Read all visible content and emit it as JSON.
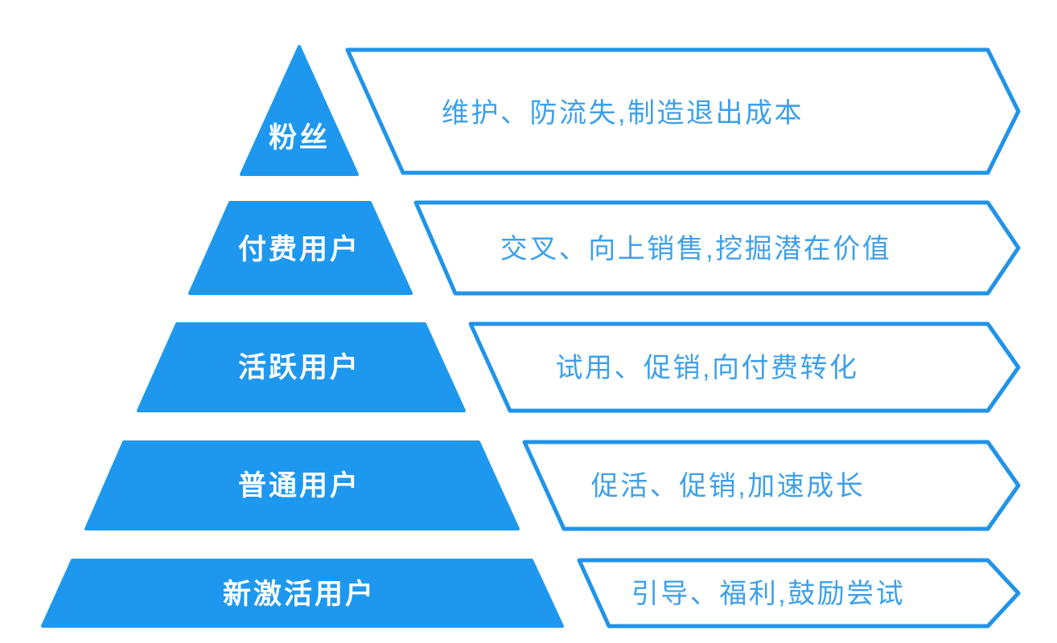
{
  "diagram": {
    "type": "pyramid",
    "levels": [
      {
        "id": "fans",
        "label": "粉丝",
        "strategy": "维护、防流失,制造退出成本"
      },
      {
        "id": "paying-users",
        "label": "付费用户",
        "strategy": "交叉、向上销售,挖掘潜在价值"
      },
      {
        "id": "active-users",
        "label": "活跃用户",
        "strategy": "试用、促销,向付费转化"
      },
      {
        "id": "regular-users",
        "label": "普通用户",
        "strategy": "促活、促销,加速成长"
      },
      {
        "id": "new-activated-users",
        "label": "新激活用户",
        "strategy": "引导、福利,鼓励尝试"
      }
    ]
  },
  "colors": {
    "pyramid_fill": "#1E98EF",
    "banner_border": "#2193E8",
    "banner_fill": "#FFFFFF",
    "strategy_text": "#3EA0EA",
    "label_text": "#FFFFFF",
    "background": "#FFFFFF"
  }
}
